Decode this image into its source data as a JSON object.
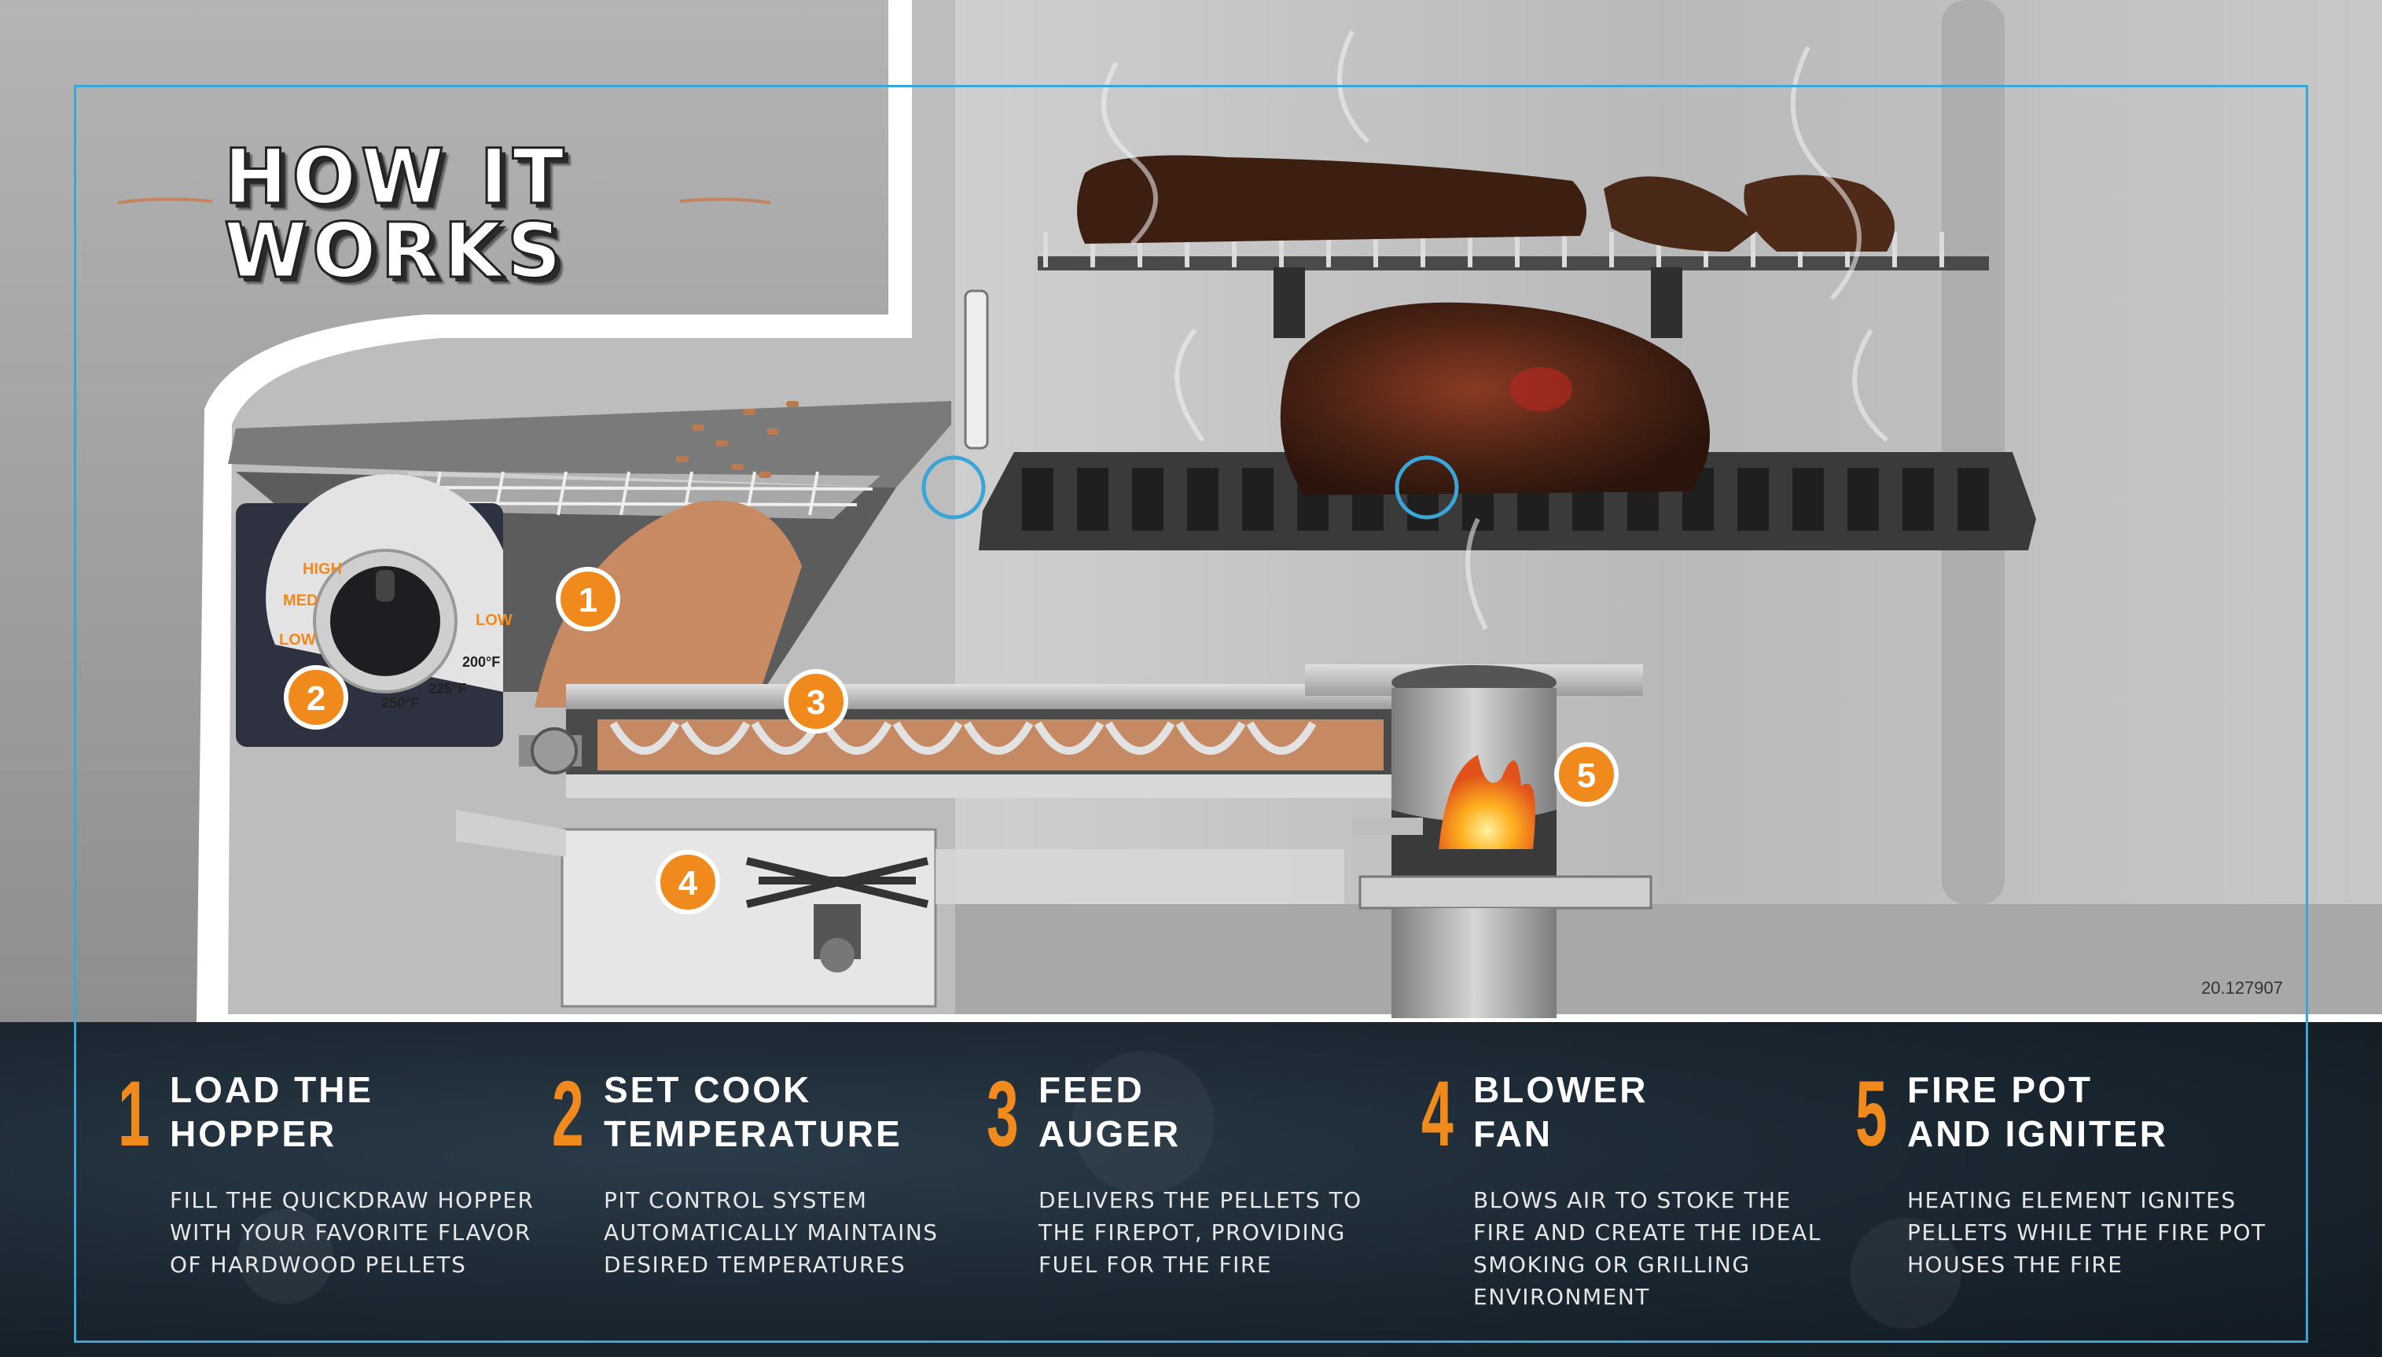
{
  "heading": "HOW IT\nWORKS",
  "part_code": "20.127907",
  "dial_labels": {
    "high": "HIGH",
    "med": "MED",
    "low_left": "LOW",
    "low_right": "LOW",
    "t200": "200°F",
    "t225": "225°F",
    "t250": "250°F"
  },
  "markers": [
    "1",
    "2",
    "3",
    "4",
    "5"
  ],
  "colors": {
    "accent_orange": "#f08a1c",
    "frame_blue": "#3aa6d8",
    "panel_dark": "#1a2630"
  },
  "steps": [
    {
      "number": "1",
      "title": "LOAD THE\nHOPPER",
      "description": "FILL THE QUICKDRAW HOPPER\nWITH YOUR FAVORITE FLAVOR\nOF HARDWOOD PELLETS"
    },
    {
      "number": "2",
      "title": "SET COOK\nTEMPERATURE",
      "description": "PIT CONTROL SYSTEM\nAUTOMATICALLY MAINTAINS\nDESIRED TEMPERATURES"
    },
    {
      "number": "3",
      "title": "FEED\nAUGER",
      "description": "DELIVERS THE PELLETS TO\nTHE FIREPOT, PROVIDING\nFUEL FOR THE FIRE"
    },
    {
      "number": "4",
      "title": "BLOWER\nFAN",
      "description": "BLOWS AIR TO STOKE THE\nFIRE AND CREATE THE IDEAL\nSMOKING OR GRILLING\nENVIRONMENT"
    },
    {
      "number": "5",
      "title": "FIRE POT\nAND IGNITER",
      "description": "HEATING ELEMENT IGNITES\nPELLETS WHILE THE FIRE POT\nHOUSES THE FIRE"
    }
  ]
}
